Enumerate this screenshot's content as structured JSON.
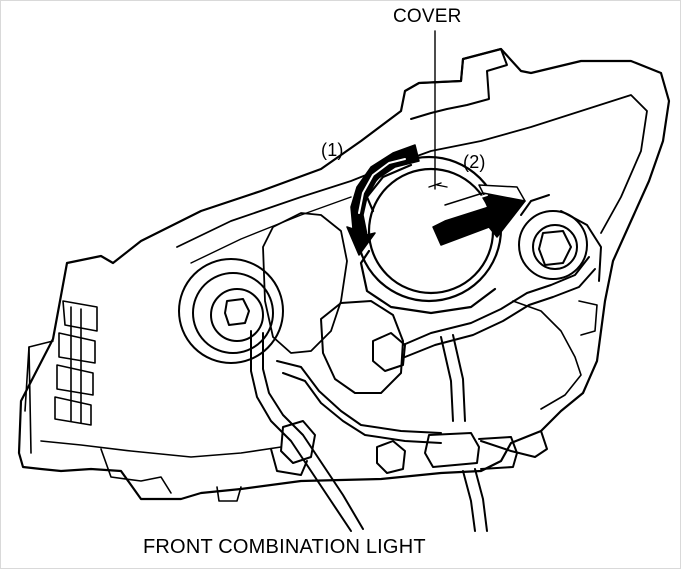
{
  "labels": {
    "cover": "COVER",
    "step_1": "(1)",
    "step_2": "(2)",
    "caption": "FRONT COMBINATION LIGHT"
  },
  "colors": {
    "ink": "#000000",
    "paper": "#ffffff",
    "frame": "#d9d9d9"
  }
}
